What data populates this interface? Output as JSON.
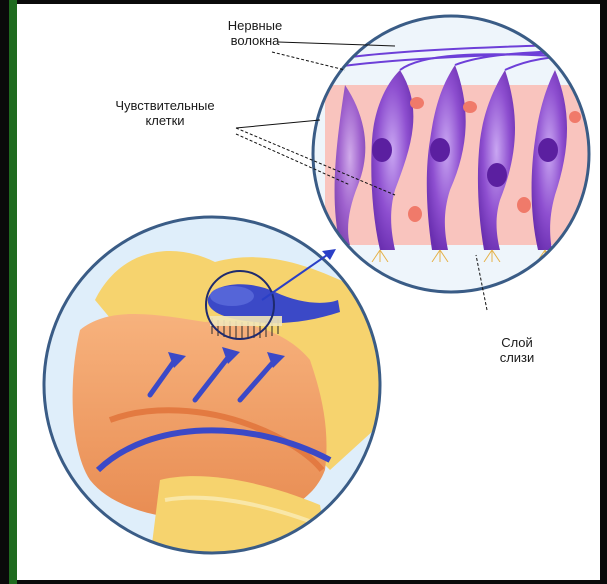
{
  "labels": {
    "nerve_fibers": "Нервные\nволокна",
    "sensory_cells": "Чувствительные\nклетки",
    "mucus_layer": "Слой\nслизи"
  },
  "colors": {
    "frame": "#0a0a0a",
    "side_bar": "#1f6b1f",
    "tissue": "#f2a06a",
    "bone": "#f6d36e",
    "cells": "#8e4fd0",
    "arrows": "#3b49c7",
    "lens_border": "#3a5c86"
  }
}
